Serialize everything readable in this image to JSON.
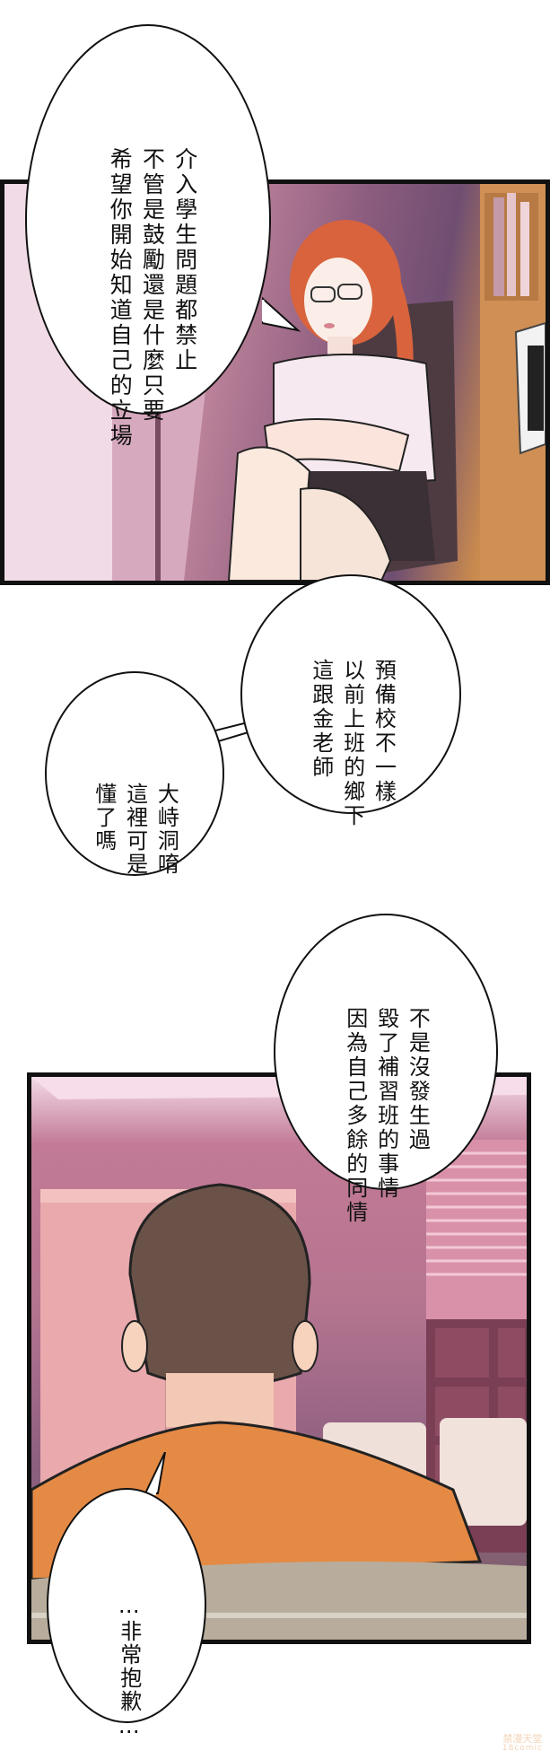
{
  "page": {
    "type": "manga-page",
    "reading_direction": "vertical text, right-to-left columns"
  },
  "panels": [
    {
      "id": "panel-1",
      "description": "Red-haired woman with glasses in white blouse and dark skirt sitting cross-armed in office chair, pink-purple office with coat rack and bookshelf",
      "colors": {
        "hair": "#d8633c",
        "blouse": "#f6e9ef",
        "skirt": "#3b3036",
        "wall": "#9a6887",
        "shelf": "#cf8f55"
      }
    },
    {
      "id": "panel-2",
      "description": "Back view of brown-haired man in orange shirt sitting on sofa, pink room with window blinds and cushions",
      "colors": {
        "hair": "#6b5248",
        "shirt": "#e58a45",
        "sofa": "#b8ad9c",
        "wall": "#b57590"
      }
    }
  ],
  "bubbles": [
    {
      "id": "bubble-1",
      "speaker": "woman",
      "lines": [
        "希望你開始知道自己的立場",
        "不管是鼓勵還是什麼只要",
        "介入學生問題都禁止"
      ]
    },
    {
      "id": "bubble-2",
      "speaker": "woman",
      "lines": [
        "這跟金老師",
        "以前上班的鄉下",
        "預備校不一樣"
      ]
    },
    {
      "id": "bubble-3",
      "speaker": "woman",
      "lines": [
        "懂了嗎",
        "這裡可是",
        "大峙洞唷"
      ]
    },
    {
      "id": "bubble-4",
      "speaker": "woman",
      "lines": [
        "因為自己多餘的同情",
        "毀了補習班的事情",
        "不是沒發生過"
      ]
    },
    {
      "id": "bubble-5",
      "speaker": "man",
      "lines": [
        "…非常抱歉…"
      ]
    }
  ],
  "watermark": {
    "title": "禁漫天堂",
    "sub": "18comic"
  }
}
